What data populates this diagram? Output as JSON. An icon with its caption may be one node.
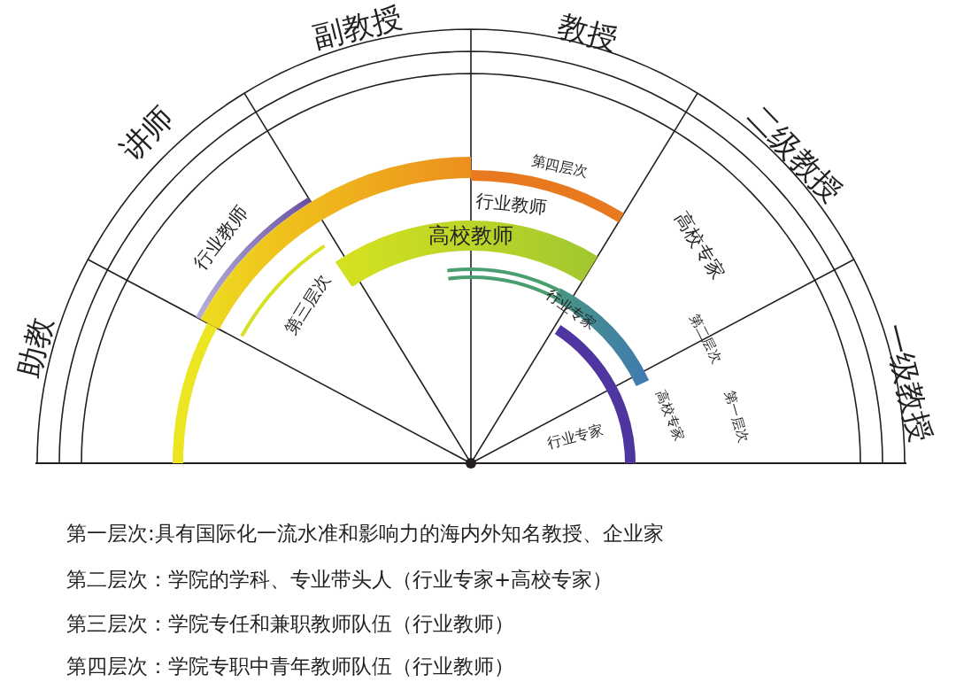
{
  "diagram": {
    "labels": [
      "助教",
      "讲师",
      "副教授",
      "教授",
      "二级教授",
      "一级教授",
      "行业教师",
      "第三层次",
      "高校教师",
      "行业教师",
      "第四层次",
      "高校专家",
      "行业专家",
      "第二层次",
      "第一层次",
      "高校专家",
      "行业专家",
      "第一层次:具有国际化一流水准和影响力的海内外知名教授、企业家",
      "第二层次：学院的学科、专业带头人（行业专家+高校专家）",
      "第三层次：学院专任和兼职教师队伍（行业教师）",
      "第四层次：学院专职中青年教师队伍（行业教师）"
    ]
  }
}
